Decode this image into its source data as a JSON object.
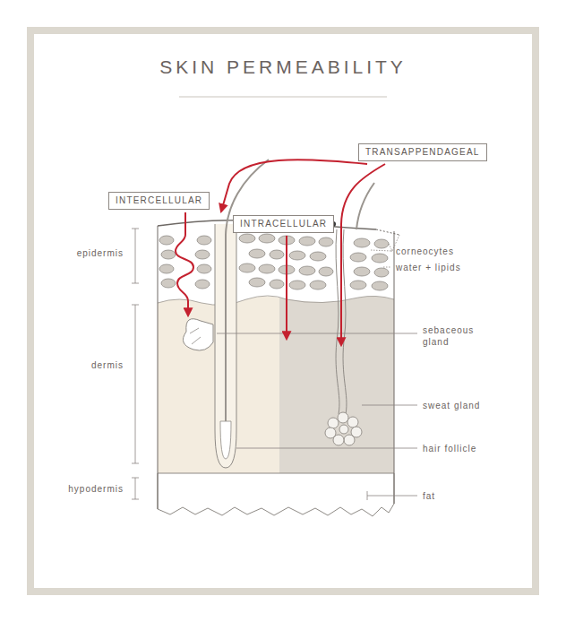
{
  "diagram": {
    "title": "SKIN PERMEABILITY",
    "nodes": [
      {
        "text": [
          "INTERCELLULAR"
        ]
      },
      {
        "text": [
          "INTRACELLULAR"
        ]
      },
      {
        "text": [
          "TRANSAPPENDAGEAL"
        ]
      }
    ],
    "labels": [
      "epidermis",
      "dermis",
      "hypodermis",
      "corneocytes",
      "water + lipids",
      "sebaceous gland",
      "sweat gland",
      "hair follicle",
      "fat"
    ]
  }
}
